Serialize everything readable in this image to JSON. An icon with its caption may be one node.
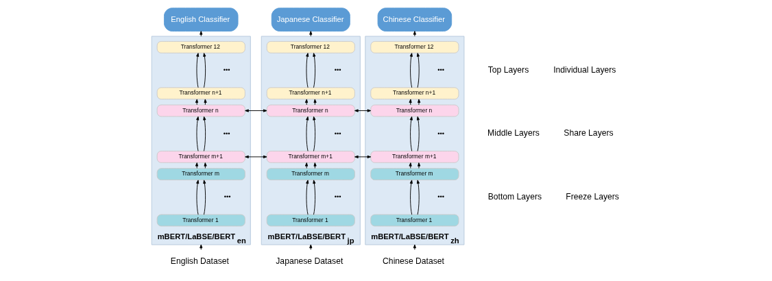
{
  "diagram": {
    "nodes": [
      {
        "text": [
          "English Classifier"
        ]
      },
      {
        "text": [
          "Japanese Classifier"
        ]
      },
      {
        "text": [
          "Chinese Classifier"
        ]
      },
      {
        "text": [
          "mBERT/LaBSE/BERT$_{en}$"
        ]
      },
      {
        "text": [
          "Transformer 12"
        ],
        "in": 3
      },
      {
        "text": [
          "Transformer n+1"
        ],
        "in": 3
      },
      {
        "text": [
          "Transformer n"
        ],
        "in": 3
      },
      {
        "text": [
          "Transformer m+1"
        ],
        "in": 3
      },
      {
        "text": [
          "Transformer m"
        ],
        "in": 3
      },
      {
        "text": [
          "Transformer 1"
        ],
        "in": 3
      },
      {
        "text": [
          "mBERT/LaBSE/BERT$_{jp}$"
        ]
      },
      {
        "text": [
          "Transformer 12"
        ],
        "in": 10
      },
      {
        "text": [
          "Transformer n+1"
        ],
        "in": 10
      },
      {
        "text": [
          "Transformer n"
        ],
        "in": 10
      },
      {
        "text": [
          "Transformer m+1"
        ],
        "in": 10
      },
      {
        "text": [
          "Transformer m"
        ],
        "in": 10
      },
      {
        "text": [
          "Transformer 1"
        ],
        "in": 10
      },
      {
        "text": [
          "mBERT/LaBSE/BERT$_{zh}$"
        ]
      },
      {
        "text": [
          "Transformer 12"
        ],
        "in": 17
      },
      {
        "text": [
          "Transformer n+1"
        ],
        "in": 17
      },
      {
        "text": [
          "Transformer n"
        ],
        "in": 17
      },
      {
        "text": [
          "Transformer m+1"
        ],
        "in": 17
      },
      {
        "text": [
          "Transformer m"
        ],
        "in": 17
      },
      {
        "text": [
          "Transformer 1"
        ],
        "in": 17
      },
      {
        "text": [
          "English Dataset"
        ]
      },
      {
        "text": [
          "Japanese Dataset"
        ]
      },
      {
        "text": [
          "Chinese Dataset"
        ]
      }
    ],
    "edges": [
      {
        "from": 24,
        "to": 3,
        "arrow": "to"
      },
      {
        "from": 9,
        "to": 8,
        "arrow": "to"
      },
      {
        "from": 9,
        "to": 8,
        "arrow": "to"
      },
      {
        "from": 8,
        "to": 7,
        "arrow": "to"
      },
      {
        "from": 8,
        "to": 7,
        "arrow": "to"
      },
      {
        "from": 7,
        "to": 6,
        "arrow": "to"
      },
      {
        "from": 7,
        "to": 6,
        "arrow": "to"
      },
      {
        "from": 6,
        "to": 5,
        "arrow": "to"
      },
      {
        "from": 6,
        "to": 5,
        "arrow": "to"
      },
      {
        "from": 5,
        "to": 4,
        "arrow": "to"
      },
      {
        "from": 5,
        "to": 4,
        "arrow": "to"
      },
      {
        "from": 3,
        "to": 0,
        "arrow": "to"
      },
      {
        "from": 25,
        "to": 10,
        "arrow": "to"
      },
      {
        "from": 16,
        "to": 15,
        "arrow": "to"
      },
      {
        "from": 16,
        "to": 15,
        "arrow": "to"
      },
      {
        "from": 15,
        "to": 14,
        "arrow": "to"
      },
      {
        "from": 15,
        "to": 14,
        "arrow": "to"
      },
      {
        "from": 14,
        "to": 13,
        "arrow": "to"
      },
      {
        "from": 14,
        "to": 13,
        "arrow": "to"
      },
      {
        "from": 13,
        "to": 12,
        "arrow": "to"
      },
      {
        "from": 13,
        "to": 12,
        "arrow": "to"
      },
      {
        "from": 12,
        "to": 11,
        "arrow": "to"
      },
      {
        "from": 12,
        "to": 11,
        "arrow": "to"
      },
      {
        "from": 10,
        "to": 1,
        "arrow": "to"
      },
      {
        "from": 26,
        "to": 17,
        "arrow": "to"
      },
      {
        "from": 23,
        "to": 22,
        "arrow": "to"
      },
      {
        "from": 23,
        "to": 22,
        "arrow": "to"
      },
      {
        "from": 22,
        "to": 21,
        "arrow": "to"
      },
      {
        "from": 22,
        "to": 21,
        "arrow": "to"
      },
      {
        "from": 21,
        "to": 20,
        "arrow": "to"
      },
      {
        "from": 21,
        "to": 20,
        "arrow": "to"
      },
      {
        "from": 20,
        "to": 19,
        "arrow": "to"
      },
      {
        "from": 20,
        "to": 19,
        "arrow": "to"
      },
      {
        "from": 19,
        "to": 18,
        "arrow": "to"
      },
      {
        "from": 19,
        "to": 18,
        "arrow": "to"
      },
      {
        "from": 17,
        "to": 2,
        "arrow": "to"
      },
      {
        "from": 6,
        "to": 13,
        "arrow": "both"
      },
      {
        "from": 13,
        "to": 20,
        "arrow": "both"
      },
      {
        "from": 7,
        "to": 14,
        "arrow": "both"
      },
      {
        "from": 14,
        "to": 21,
        "arrow": "both"
      }
    ],
    "labels": [
      "Top Layers",
      "•••",
      "•••",
      "•••",
      "Individual Layers",
      "Middle Layers",
      "•••",
      "•••",
      "•••",
      "Share Layers",
      "Bottom Layers",
      "•••",
      "•••",
      "•••",
      "Freeze Layers"
    ]
  }
}
